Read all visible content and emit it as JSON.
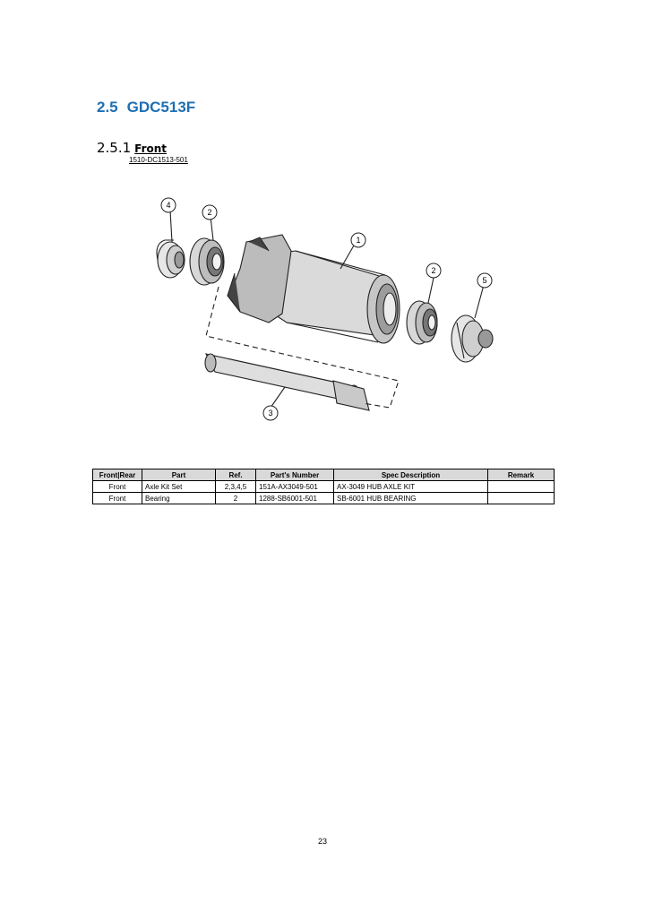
{
  "section": {
    "number": "2.5",
    "title": "GDC513F"
  },
  "subsection": {
    "number": "2.5.1",
    "title": "Front",
    "code": "1510-DC1513-501"
  },
  "diagram": {
    "callouts": [
      "1",
      "2",
      "3",
      "4",
      "2",
      "5"
    ]
  },
  "table": {
    "headers": [
      "Front|Rear",
      "Part",
      "Ref.",
      "Part's Number",
      "Spec Description",
      "Remark"
    ],
    "rows": [
      [
        "Front",
        "Axle Kit Set",
        "2,3,4,5",
        "151A-AX3049-501",
        "AX-3049 HUB AXLE KIT",
        ""
      ],
      [
        "Front",
        "Bearing",
        "2",
        "1288-SB6001-501",
        "SB-6001 HUB BEARING",
        ""
      ]
    ]
  },
  "page_number": "23"
}
